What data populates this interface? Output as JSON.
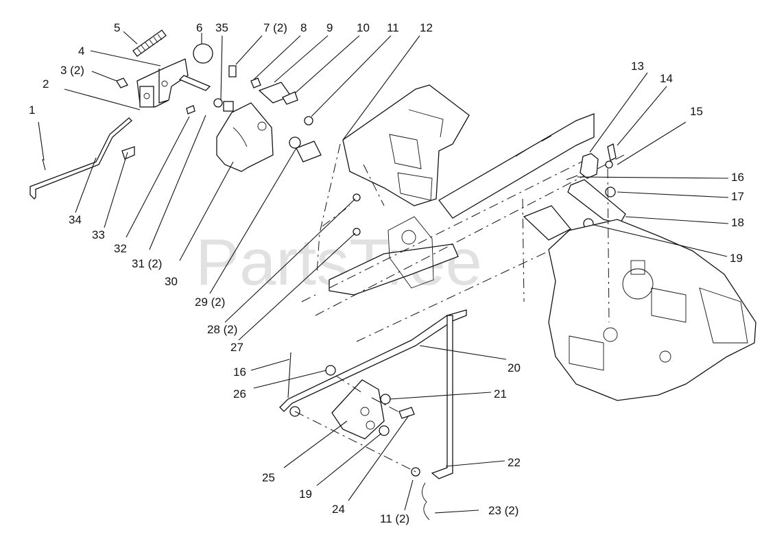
{
  "watermark": "PartsTree",
  "callouts": [
    {
      "id": "c1",
      "text": "1"
    },
    {
      "id": "c2",
      "text": "2"
    },
    {
      "id": "c3",
      "text": "3 (2)"
    },
    {
      "id": "c4",
      "text": "4"
    },
    {
      "id": "c5",
      "text": "5"
    },
    {
      "id": "c6",
      "text": "6"
    },
    {
      "id": "c35",
      "text": "35"
    },
    {
      "id": "c7",
      "text": "7 (2)"
    },
    {
      "id": "c8",
      "text": "8"
    },
    {
      "id": "c9",
      "text": "9"
    },
    {
      "id": "c10",
      "text": "10"
    },
    {
      "id": "c11",
      "text": "11"
    },
    {
      "id": "c12",
      "text": "12"
    },
    {
      "id": "c13",
      "text": "13"
    },
    {
      "id": "c14",
      "text": "14"
    },
    {
      "id": "c15",
      "text": "15"
    },
    {
      "id": "c16a",
      "text": "16"
    },
    {
      "id": "c17",
      "text": "17"
    },
    {
      "id": "c18",
      "text": "18"
    },
    {
      "id": "c19a",
      "text": "19"
    },
    {
      "id": "c34",
      "text": "34"
    },
    {
      "id": "c33",
      "text": "33"
    },
    {
      "id": "c32",
      "text": "32"
    },
    {
      "id": "c31",
      "text": "31 (2)"
    },
    {
      "id": "c30",
      "text": "30"
    },
    {
      "id": "c29",
      "text": "29 (2)"
    },
    {
      "id": "c28",
      "text": "28 (2)"
    },
    {
      "id": "c27",
      "text": "27"
    },
    {
      "id": "c20",
      "text": "20"
    },
    {
      "id": "c16b",
      "text": "16"
    },
    {
      "id": "c26",
      "text": "26"
    },
    {
      "id": "c21",
      "text": "21"
    },
    {
      "id": "c22",
      "text": "22"
    },
    {
      "id": "c25",
      "text": "25"
    },
    {
      "id": "c19b",
      "text": "19"
    },
    {
      "id": "c24",
      "text": "24"
    },
    {
      "id": "c11b",
      "text": "11 (2)"
    },
    {
      "id": "c23",
      "text": "23 (2)"
    }
  ]
}
